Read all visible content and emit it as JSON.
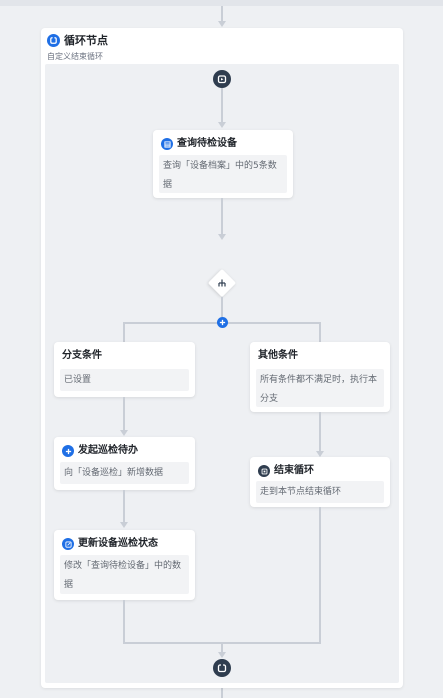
{
  "loop": {
    "title": "循环节点",
    "subtitle": "自定义结束循环"
  },
  "nodes": {
    "query": {
      "title": "查询待检设备",
      "body": "查询「设备档案」中的5条数据",
      "icon": "table-icon",
      "color": "#1f6fe5"
    },
    "branch": {
      "title": "分支条件",
      "body": "已设置"
    },
    "other_branch": {
      "title": "其他条件",
      "body": "所有条件都不满足时，执行本分支"
    },
    "start_task": {
      "title": "发起巡检待办",
      "body": "向「设备巡检」新增数据",
      "icon": "plus-icon",
      "color": "#1f6fe5"
    },
    "end_loop": {
      "title": "结束循环",
      "body": "走到本节点结束循环",
      "icon": "stop-icon",
      "color": "#2f3d4f"
    },
    "update_status": {
      "title": "更新设备巡检状态",
      "body": "修改「查询待检设备」中的数据",
      "icon": "edit-icon",
      "color": "#1f6fe5"
    }
  }
}
